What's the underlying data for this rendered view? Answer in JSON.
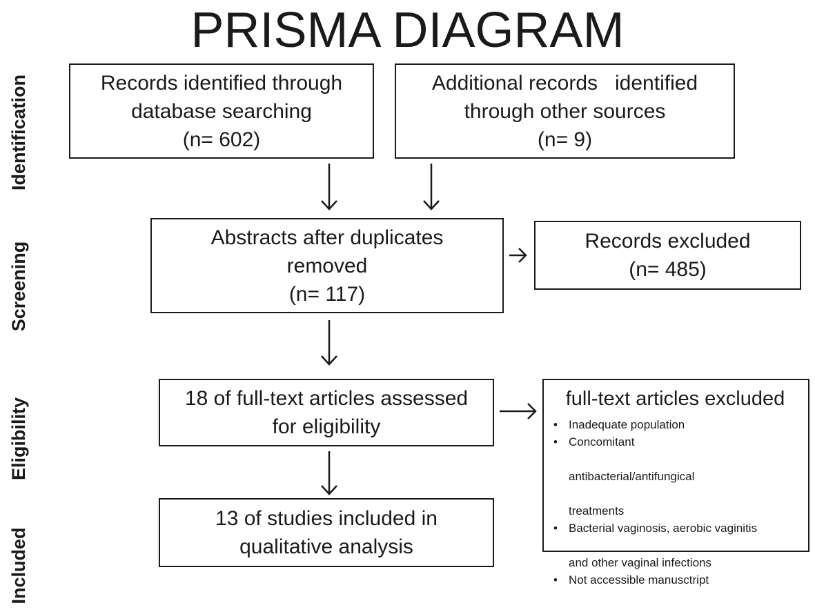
{
  "title": "PRISMA DIAGRAM",
  "stages": {
    "identification": "Identification",
    "screening": "Screening",
    "eligibility": "Eligibility",
    "included": "Included"
  },
  "boxes": {
    "database_records": {
      "line1": "Records identified through",
      "line2": "database searching",
      "line3": "(n= 602)"
    },
    "additional_records": {
      "line1": "Additional records   identified",
      "line2": "through other sources",
      "line3": "(n= 9)"
    },
    "abstracts": {
      "line1": "Abstracts after duplicates",
      "line2": "removed",
      "line3": "(n= 117)"
    },
    "records_excluded": {
      "line1": "Records excluded",
      "line2": "(n= 485)"
    },
    "fulltext_assessed": {
      "line1": "18 of full-text articles assessed",
      "line2": "for eligibility"
    },
    "fulltext_excluded": {
      "title": "full-text articles excluded",
      "items": [
        {
          "lines": [
            "Inadequate population"
          ]
        },
        {
          "lines": [
            "Concomitant",
            "antibacterial/antifungical",
            "treatments"
          ]
        },
        {
          "lines": [
            "Bacterial vaginosis, aerobic vaginitis",
            "and other vaginal infections"
          ]
        },
        {
          "lines": [
            "Not accessible manusctript"
          ]
        }
      ]
    },
    "studies_included": {
      "line1": "13 of studies included in",
      "line2": "qualitative analysis"
    }
  }
}
